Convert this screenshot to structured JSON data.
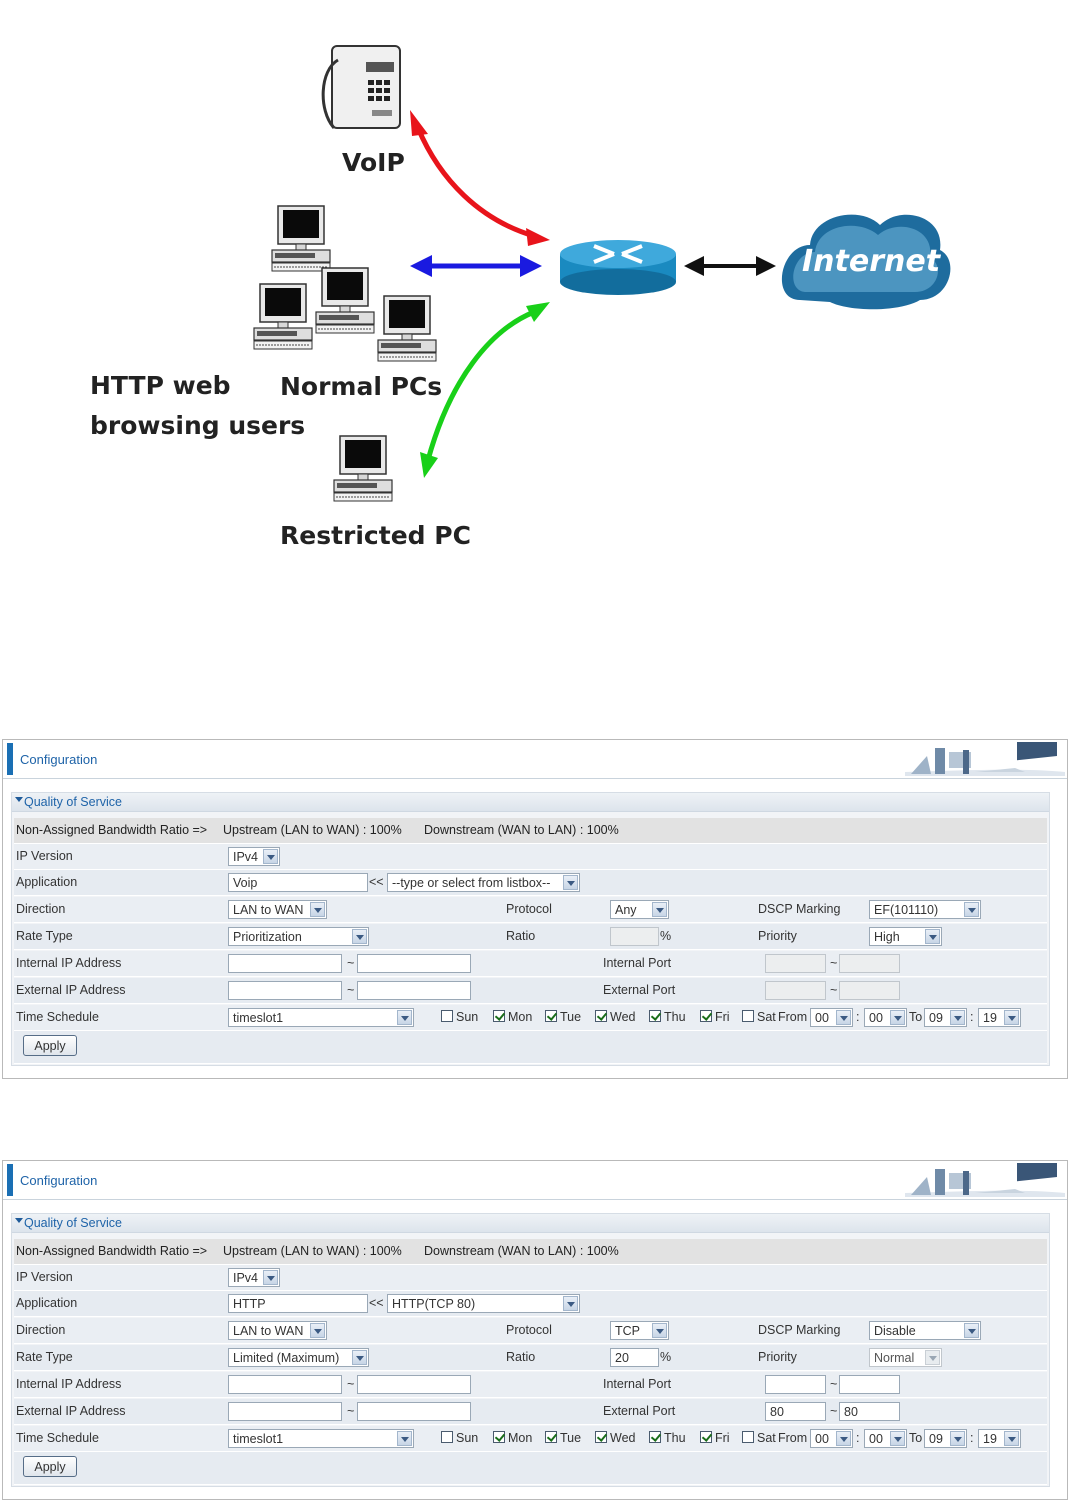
{
  "diagram": {
    "labels": {
      "voip": "VoIP",
      "normal_pcs": "Normal PCs",
      "http_line1": "HTTP web",
      "http_line2": "browsing users",
      "restricted": "Restricted PC",
      "internet": "Internet"
    },
    "arrow_colors": {
      "voip": "#e8141b",
      "normal": "#1a1ae0",
      "restricted": "#19d019",
      "internet": "#111111"
    },
    "icons": [
      "phone-icon",
      "computer-icon",
      "router-icon",
      "internet-cloud-icon"
    ]
  },
  "panels": [
    {
      "header_title": "Configuration",
      "section_title": "Quality of Service",
      "bandwidth_label": "Non-Assigned Bandwidth Ratio =>",
      "upstream": "Upstream (LAN to WAN) : 100%",
      "downstream": "Downstream (WAN to LAN) : 100%",
      "labels": {
        "ip_version": "IP Version",
        "application": "Application",
        "direction": "Direction",
        "protocol": "Protocol",
        "dscp": "DSCP Marking",
        "rate_type": "Rate Type",
        "ratio": "Ratio",
        "priority": "Priority",
        "internal_ip": "Internal IP Address",
        "external_ip": "External IP Address",
        "internal_port": "Internal Port",
        "external_port": "External Port",
        "time_schedule": "Time Schedule",
        "from": "From",
        "to": "To"
      },
      "ip_version": "IPv4",
      "application_value": "Voip",
      "application_arrows": "<<",
      "application_list": "--type or select from listbox--",
      "direction": "LAN to WAN",
      "protocol": "Any",
      "dscp": "EF(101110)",
      "rate_type": "Prioritization",
      "ratio": "",
      "percent": "%",
      "priority": "High",
      "internal_ip_start": "",
      "internal_ip_end": "",
      "external_ip_start": "",
      "external_ip_end": "",
      "internal_port_start": "",
      "internal_port_end": "",
      "external_port_start": "",
      "external_port_end": "",
      "tilde": "~",
      "ports_disabled": true,
      "priority_disabled": false,
      "time_schedule": "timeslot1",
      "days": [
        {
          "label": "Sun",
          "checked": false
        },
        {
          "label": "Mon",
          "checked": true
        },
        {
          "label": "Tue",
          "checked": true
        },
        {
          "label": "Wed",
          "checked": true
        },
        {
          "label": "Thu",
          "checked": true
        },
        {
          "label": "Fri",
          "checked": true
        },
        {
          "label": "Sat",
          "checked": false
        }
      ],
      "from_hour": "00",
      "from_min": "00",
      "to_hour": "09",
      "to_min": "19",
      "colon": ":",
      "apply": "Apply"
    },
    {
      "header_title": "Configuration",
      "section_title": "Quality of Service",
      "bandwidth_label": "Non-Assigned Bandwidth Ratio =>",
      "upstream": "Upstream (LAN to WAN) : 100%",
      "downstream": "Downstream (WAN to LAN) : 100%",
      "labels": {
        "ip_version": "IP Version",
        "application": "Application",
        "direction": "Direction",
        "protocol": "Protocol",
        "dscp": "DSCP Marking",
        "rate_type": "Rate Type",
        "ratio": "Ratio",
        "priority": "Priority",
        "internal_ip": "Internal IP Address",
        "external_ip": "External IP Address",
        "internal_port": "Internal Port",
        "external_port": "External Port",
        "time_schedule": "Time Schedule",
        "from": "From",
        "to": "To"
      },
      "ip_version": "IPv4",
      "application_value": "HTTP",
      "application_arrows": "<<",
      "application_list": "HTTP(TCP 80)",
      "direction": "LAN to WAN",
      "protocol": "TCP",
      "dscp": "Disable",
      "rate_type": "Limited (Maximum)",
      "ratio": "20",
      "percent": "%",
      "priority": "Normal",
      "internal_ip_start": "",
      "internal_ip_end": "",
      "external_ip_start": "",
      "external_ip_end": "",
      "internal_port_start": "",
      "internal_port_end": "",
      "external_port_start": "80",
      "external_port_end": "80",
      "tilde": "~",
      "ports_disabled": false,
      "priority_disabled": true,
      "time_schedule": "timeslot1",
      "days": [
        {
          "label": "Sun",
          "checked": false
        },
        {
          "label": "Mon",
          "checked": true
        },
        {
          "label": "Tue",
          "checked": true
        },
        {
          "label": "Wed",
          "checked": true
        },
        {
          "label": "Thu",
          "checked": true
        },
        {
          "label": "Fri",
          "checked": true
        },
        {
          "label": "Sat",
          "checked": false
        }
      ],
      "from_hour": "00",
      "from_min": "00",
      "to_hour": "09",
      "to_min": "19",
      "colon": ":",
      "apply": "Apply"
    }
  ]
}
